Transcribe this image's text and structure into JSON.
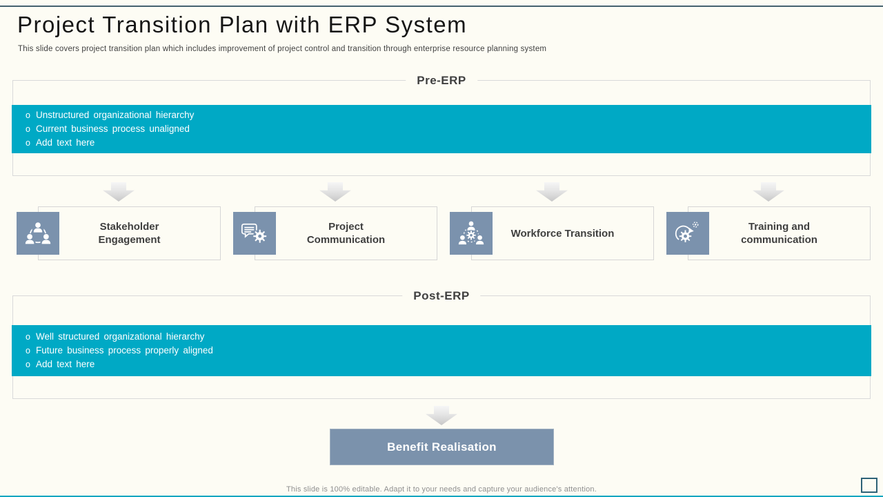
{
  "header": {
    "title": "Project Transition Plan with ERP System",
    "subtitle": "This slide covers project transition plan which includes improvement of project control and transition through enterprise resource planning system"
  },
  "bullet_marker": "o",
  "pre_erp": {
    "heading": "Pre-ERP",
    "bullets": [
      "Unstructured organizational hierarchy",
      "Current business process unaligned",
      "Add text here"
    ]
  },
  "cards": [
    {
      "label": "Stakeholder Engagement",
      "icon": "stakeholder-engagement-icon"
    },
    {
      "label": "Project Communication",
      "icon": "project-communication-icon"
    },
    {
      "label": "Workforce Transition",
      "icon": "workforce-transition-icon"
    },
    {
      "label": "Training and communication",
      "icon": "training-communication-icon"
    }
  ],
  "post_erp": {
    "heading": "Post-ERP",
    "bullets": [
      "Well structured organizational hierarchy",
      "Future business process properly aligned",
      "Add text here"
    ]
  },
  "benefit": {
    "label": "Benefit Realisation"
  },
  "footer": {
    "note": "This slide is 100% editable. Adapt it to your needs and capture your audience's attention."
  },
  "colors": {
    "teal": "#00a9c5",
    "slate_blue": "#7b92ad",
    "top_line": "#45626f",
    "bottom_line": "#0aa6c0",
    "box_border": "#d9d9d9"
  }
}
